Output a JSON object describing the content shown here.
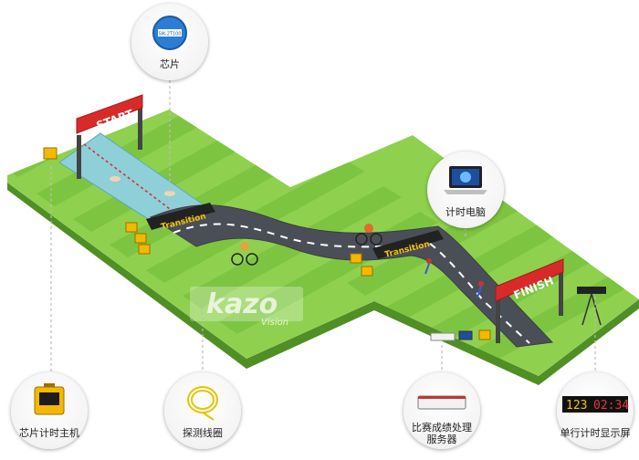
{
  "signs": {
    "start": "START",
    "finish": "FINISH"
  },
  "mats": {
    "transition_left": "Transition",
    "transition_right": "Transition"
  },
  "brand": {
    "logo": "kazo",
    "logo_sub": "Vision"
  },
  "chip_text": "SIK-2T100",
  "callouts": {
    "chip": "芯片",
    "laptop": "计时电脑",
    "main_unit": "芯片计时主机",
    "antenna_loop": "探测线圈",
    "server_line1": "比赛成绩处理",
    "server_line2": "服务器",
    "display": "单行计时显示屏"
  },
  "display_readout": {
    "left": "123",
    "right": "02:34"
  },
  "colors": {
    "grass_light": "#8fd14f",
    "grass_dark": "#6fb838",
    "road": "#4a4f57",
    "water": "#8ecfd8",
    "banner_red": "#d92a2a",
    "case_yellow": "#f5b800"
  }
}
